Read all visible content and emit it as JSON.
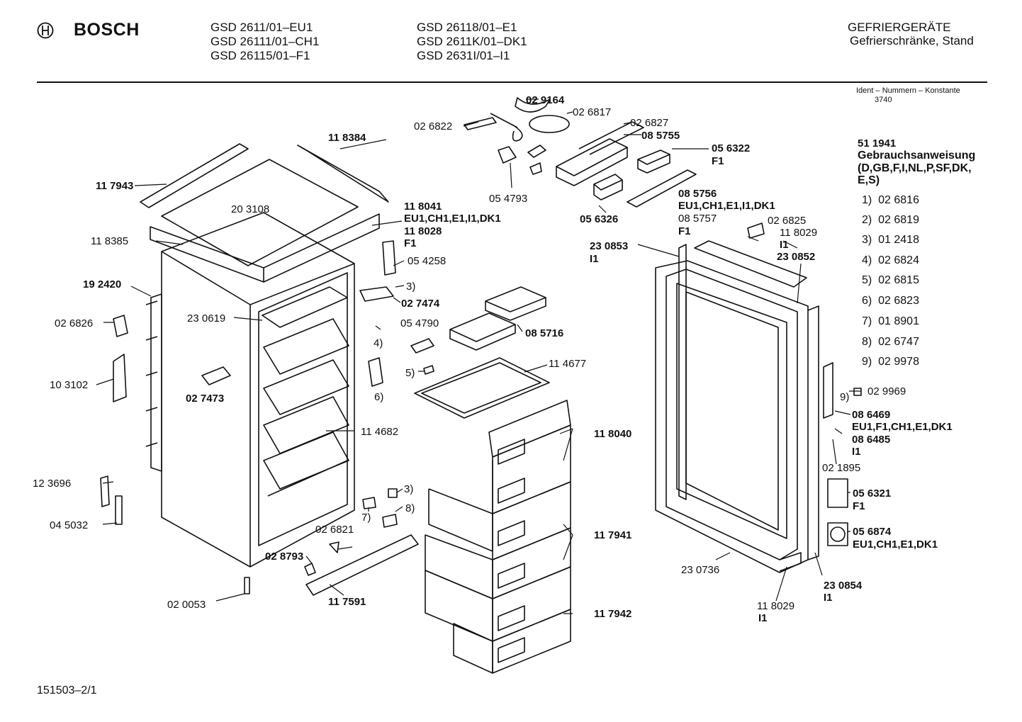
{
  "header": {
    "brand": "BOSCH",
    "models_col1": [
      "GSD 2611/01–EU1",
      "GSD 26111/01–CH1",
      "GSD 26115/01–F1"
    ],
    "models_col2": [
      "GSD 26118/01–E1",
      "GSD 2611K/01–DK1",
      "GSD 2631I/01–I1"
    ],
    "category": "GEFRIERGERÄTE",
    "subcategory": "Gefrierschränke, Stand",
    "ident_label": "Ident – Nummern – Konstante",
    "ident_value": "3740"
  },
  "manual": {
    "number": "51 1941",
    "title": "Gebrauchsanweisung",
    "langs1": "(D,GB,F,I,NL,P,SF,DK,",
    "langs2": "E,S)"
  },
  "numbered_parts": [
    {
      "n": "1)",
      "code": "02 6816"
    },
    {
      "n": "2)",
      "code": "02 6819"
    },
    {
      "n": "3)",
      "code": "01 2418"
    },
    {
      "n": "4)",
      "code": "02 6824"
    },
    {
      "n": "5)",
      "code": "02 6815"
    },
    {
      "n": "6)",
      "code": "02 6823"
    },
    {
      "n": "7)",
      "code": "01 8901"
    },
    {
      "n": "8)",
      "code": "02 6747"
    },
    {
      "n": "9)",
      "code": "02 9978"
    }
  ],
  "labels": {
    "p029164": "02 9164",
    "p026817": "02 6817",
    "p026822": "02 6822",
    "p026827": "02 6827",
    "p085755": "08 5755",
    "p056322": "05 6322",
    "f1a": "F1",
    "p054793": "05 4793",
    "p118384": "11 8384",
    "p117943": "11 7943",
    "p203108": "20 3108",
    "p118041": "11 8041",
    "eu1a": "EU1,CH1,E1,I1,DK1",
    "p118028": "11 8028",
    "f1b": "F1",
    "p118385": "11 8385",
    "p056326": "05 6326",
    "p085756": "08 5756",
    "eu1b": "EU1,CH1,E1,I1,DK1",
    "p085757": "08 5757",
    "f1c": "F1",
    "p026825": "02 6825",
    "p118029a": "11 8029",
    "i1a": "I1",
    "p230853": "23 0853",
    "i1b": "I1",
    "p230852": "23 0852",
    "p054258": "05 4258",
    "n3a": "3)",
    "p192420": "19 2420",
    "p027474": "02 7474",
    "p230619": "23 0619",
    "p026826": "02 6826",
    "n4": "4)",
    "p054790": "05 4790",
    "p085716": "08 5716",
    "p114677": "11 4677",
    "n5": "5)",
    "n6": "6)",
    "p103102": "10 3102",
    "p027473": "02 7473",
    "p114682": "11 4682",
    "p118040": "11 8040",
    "p029969": "02 9969",
    "n9": "9)",
    "p086469": "08 6469",
    "eu1c": "EU1,F1,CH1,E1,DK1",
    "p086485": "08 6485",
    "i1c": "I1",
    "p021895": "02 1895",
    "p123696": "12 3696",
    "n3b": "3)",
    "n8": "8)",
    "n7": "7)",
    "p056321": "05 6321",
    "f1d": "F1",
    "p045032": "04 5032",
    "p026821": "02 6821",
    "p117941": "11 7941",
    "p056874": "05 6874",
    "eu1d": "EU1,CH1,E1,DK1",
    "p028793": "02 8793",
    "p230736": "23 0736",
    "p230854": "23 0854",
    "i1d": "I1",
    "p020053": "02 0053",
    "p117591": "11 7591",
    "p118029b": "11 8029",
    "i1e": "I1",
    "p117942": "11 7942"
  },
  "footer": "151503–2/1"
}
